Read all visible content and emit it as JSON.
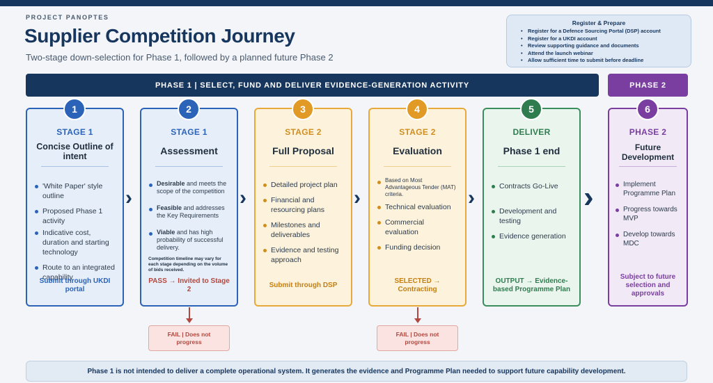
{
  "header": {
    "eyebrow": "PROJECT PANOPTES",
    "title": "Supplier Competition Journey",
    "subtitle": "Two-stage down-selection for Phase 1, followed by a planned future Phase 2"
  },
  "register": {
    "title": "Register & Prepare",
    "items": [
      "Register for a Defence Sourcing Portal (DSP) account",
      "Register for a UKDI account",
      "Review supporting guidance and documents",
      "Attend the launch webinar",
      "Allow sufficient time to submit before deadline"
    ]
  },
  "phase_bars": {
    "phase1": "PHASE 1 | SELECT, FUND AND DELIVER EVIDENCE-GENERATION ACTIVITY",
    "phase2": "PHASE 2"
  },
  "cards": [
    {
      "number": "1",
      "stage": "STAGE 1",
      "title": "Concise Outline of intent",
      "items": [
        "'White Paper' style outline",
        "Proposed Phase 1 activity",
        "Indicative cost, duration and starting technology",
        "Route to an integrated capability"
      ],
      "footer": "Submit through UKDI portal"
    },
    {
      "number": "2",
      "stage": "STAGE 1",
      "title": "Assessment",
      "items": [
        {
          "bold": "Desirable",
          "rest": " and meets the scope of the competition"
        },
        {
          "bold": "Feasible",
          "rest": " and addresses the Key Requirements"
        },
        {
          "bold": "Viable",
          "rest": " and has high probability of successful delivery."
        }
      ],
      "note": "Competition timeline may vary for each stage depending on the volume of bids received.",
      "footer": "PASS → Invited to Stage 2"
    },
    {
      "number": "3",
      "stage": "STAGE 2",
      "title": "Full Proposal",
      "items": [
        "Detailed project plan",
        "Financial and resourcing plans",
        "Milestones and deliverables",
        "Evidence and testing approach"
      ],
      "footer": "Submit through DSP"
    },
    {
      "number": "4",
      "stage": "STAGE 2",
      "title": "Evaluation",
      "items": [
        "Based on Most Advantageous Tender (MAT) criteria.",
        "Technical evaluation",
        "Commercial evaluation",
        "Funding decision"
      ],
      "footer": "SELECTED → Contracting"
    },
    {
      "number": "5",
      "stage": "DELIVER",
      "title": "Phase 1 end",
      "items": [
        "Contracts Go-Live",
        "Development and testing",
        "Evidence generation"
      ],
      "footer": "OUTPUT → Evidence-based Programme Plan"
    },
    {
      "number": "6",
      "stage": "PHASE 2",
      "title": "Future Development",
      "items": [
        "Implement Programme Plan",
        "Progress towards MVP",
        "Develop towards MDC"
      ],
      "footer": "Subject to future selection and approvals"
    }
  ],
  "fail_boxes": [
    "FAIL | Does not progress",
    "FAIL | Does not progress"
  ],
  "footer_note": "Phase 1 is not intended to deliver a complete operational system. It generates the evidence and Programme Plan needed to support future capability development.",
  "colors": {
    "navy": "#17365d",
    "stage1_blue": "#2b63b8",
    "stage2_gold": "#e09a25",
    "deliver_green": "#2f7d4f",
    "phase2_purple": "#7a3ea1",
    "fail_red": "#b1483f"
  },
  "icons": [
    "chevron-right-icon",
    "arrow-down-icon"
  ]
}
